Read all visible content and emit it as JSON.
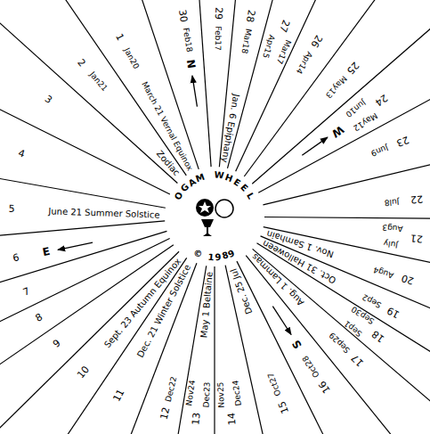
{
  "diagram": {
    "title": "OGAM WHEEL",
    "labels": [
      "© 1989",
      "1",
      "2",
      "3",
      "4",
      "5",
      "6",
      "7",
      "8",
      "9",
      "10",
      "11",
      "12",
      "13",
      "14",
      "15",
      "16",
      "17",
      "18",
      "19",
      "20",
      "21",
      "22",
      "23",
      "24",
      "25",
      "26",
      "27",
      "28",
      "29",
      "30",
      "Jan20",
      "Jan21",
      "Dec22",
      "Dec23",
      "Nov24",
      "Dec24",
      "Nov25",
      "Oct27",
      "Oct28",
      "Sep29",
      "Sep30",
      "Sep1",
      "Sep2",
      "Aug4",
      "Aug3",
      "July",
      "Jul8",
      "Jun9",
      "Jun10",
      "May12",
      "May13",
      "Apr14",
      "Apr15",
      "Mar17",
      "Mar18",
      "Feb17",
      "Feb18",
      "June 21 Summer Solstice",
      "Sept. 23 Autumn Equinox",
      "Dec. 21 Winter Solstice",
      "May 1 Beltaine",
      "Dec. 25 Jul",
      "Aug. 1 Lammas",
      "Oct. 31 Halloween",
      "Nov. 1 Samhain",
      "Jan. 6 Epiphany",
      "March 21 Vernal Equinox",
      "Zodiac",
      "N",
      "W",
      "S",
      "E"
    ]
  }
}
